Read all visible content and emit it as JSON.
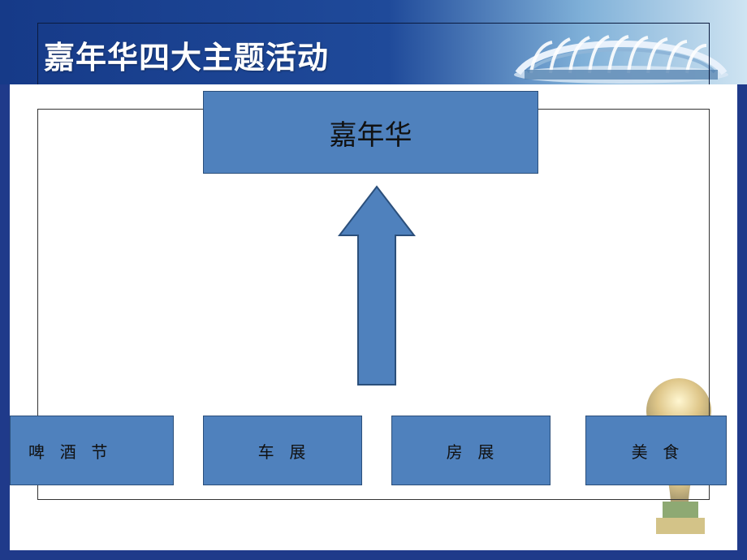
{
  "slide": {
    "title": "嘉年华四大主题活动",
    "colors": {
      "background": "#1f3a8a",
      "box_fill": "#4f81bd",
      "box_border": "#2b4f7b",
      "content": "#ffffff"
    }
  },
  "diagram": {
    "top_label": "嘉年华",
    "arrow": "up-arrow",
    "themes": [
      {
        "label": "啤  酒  节"
      },
      {
        "label": "车  展"
      },
      {
        "label": "房  展"
      },
      {
        "label": "美  食"
      }
    ]
  },
  "decor": {
    "header_image": "stadium-icon",
    "corner_image": "trophy-icon"
  }
}
